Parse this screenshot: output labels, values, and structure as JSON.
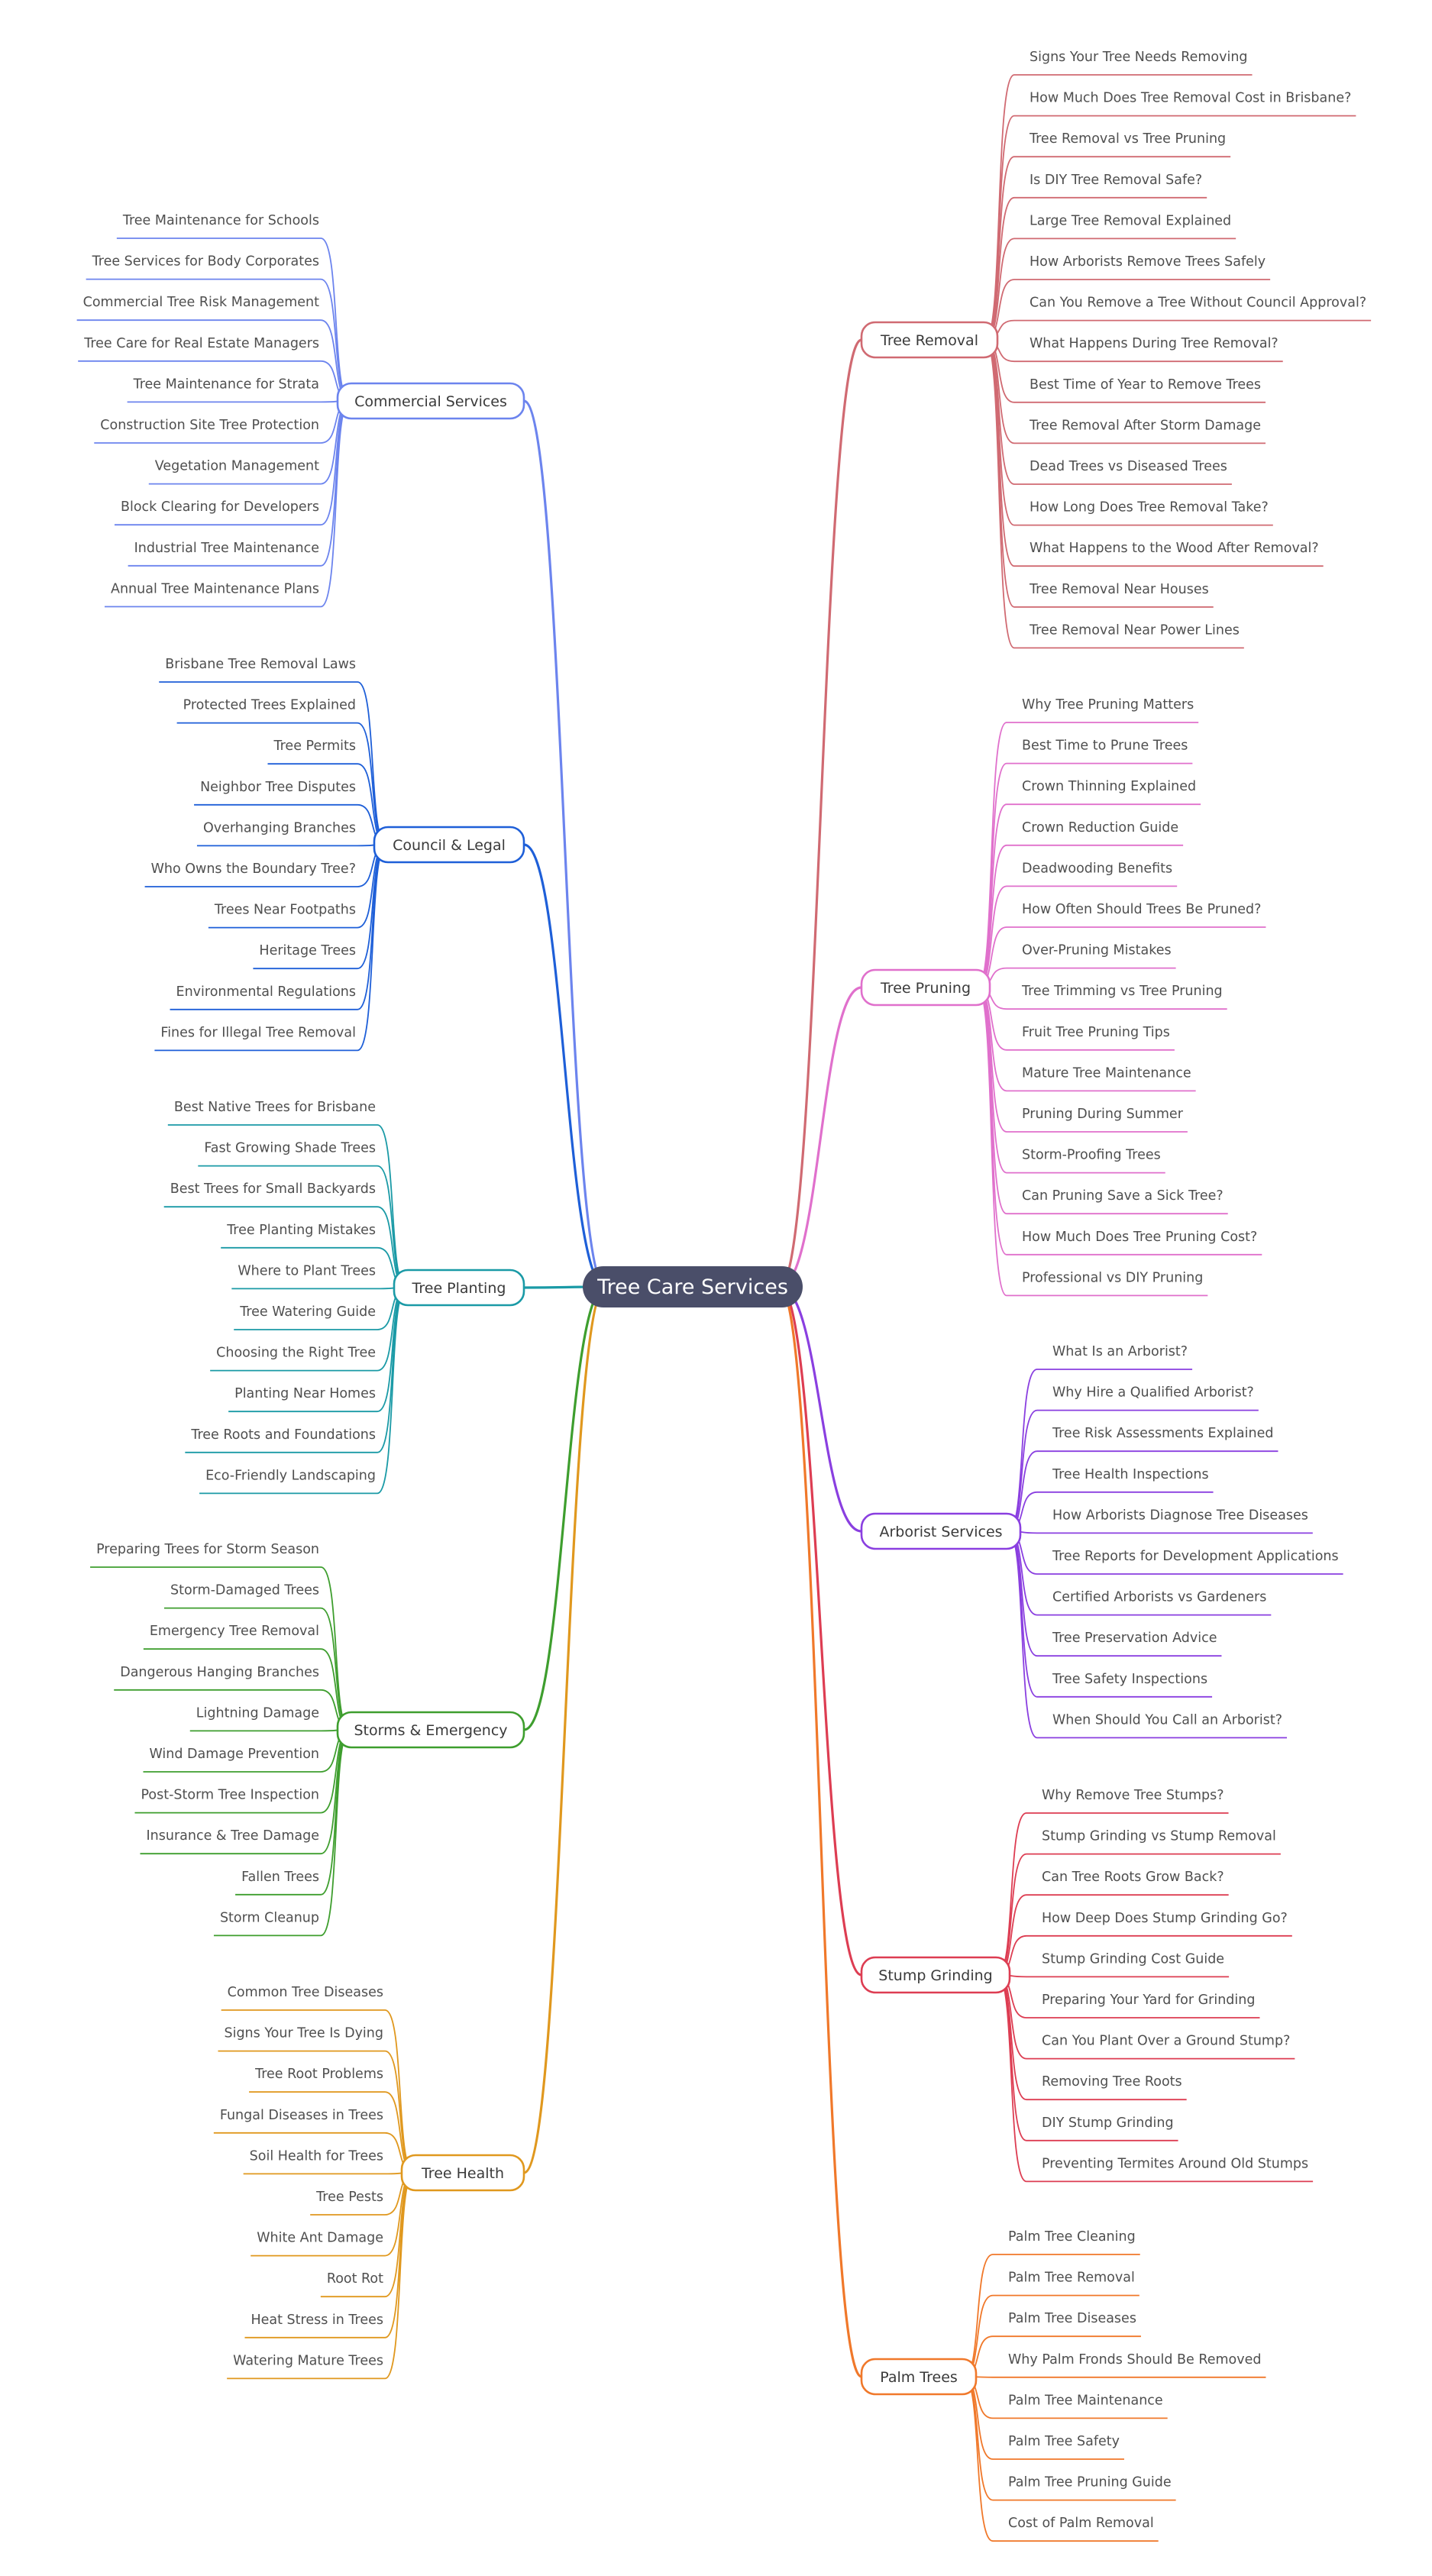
{
  "root": {
    "label": "Tree Care Services",
    "color": "#4a4e69"
  },
  "branches": [
    {
      "label": "Tree Removal",
      "side": "right",
      "color": "#d06a72",
      "items": [
        "Signs Your Tree Needs Removing",
        "How Much Does Tree Removal Cost in Brisbane?",
        "Tree Removal vs Tree Pruning",
        "Is DIY Tree Removal Safe?",
        "Large Tree Removal Explained",
        "How Arborists Remove Trees Safely",
        "Can You Remove a Tree Without Council Approval?",
        "What Happens During Tree Removal?",
        "Best Time of Year to Remove Trees",
        "Tree Removal After Storm Damage",
        "Dead Trees vs Diseased Trees",
        "How Long Does Tree Removal Take?",
        "What Happens to the Wood After Removal?",
        "Tree Removal Near Houses",
        "Tree Removal Near Power Lines"
      ]
    },
    {
      "label": "Tree Pruning",
      "side": "right",
      "color": "#e070cc",
      "items": [
        "Why Tree Pruning Matters",
        "Best Time to Prune Trees",
        "Crown Thinning Explained",
        "Crown Reduction Guide",
        "Deadwooding Benefits",
        "How Often Should Trees Be Pruned?",
        "Over-Pruning Mistakes",
        "Tree Trimming vs Tree Pruning",
        "Fruit Tree Pruning Tips",
        "Mature Tree Maintenance",
        "Pruning During Summer",
        "Storm-Proofing Trees",
        "Can Pruning Save a Sick Tree?",
        "How Much Does Tree Pruning Cost?",
        "Professional vs DIY Pruning"
      ]
    },
    {
      "label": "Arborist Services",
      "side": "right",
      "color": "#8a3fe0",
      "items": [
        "What Is an Arborist?",
        "Why Hire a Qualified Arborist?",
        "Tree Risk Assessments Explained",
        "Tree Health Inspections",
        "How Arborists Diagnose Tree Diseases",
        "Tree Reports for Development Applications",
        "Certified Arborists vs Gardeners",
        "Tree Preservation Advice",
        "Tree Safety Inspections",
        "When Should You Call an Arborist?"
      ]
    },
    {
      "label": "Stump Grinding",
      "side": "right",
      "color": "#dd3d52",
      "items": [
        "Why Remove Tree Stumps?",
        "Stump Grinding vs Stump Removal",
        "Can Tree Roots Grow Back?",
        "How Deep Does Stump Grinding Go?",
        "Stump Grinding Cost Guide",
        "Preparing Your Yard for Grinding",
        "Can You Plant Over a Ground Stump?",
        "Removing Tree Roots",
        "DIY Stump Grinding",
        "Preventing Termites Around Old Stumps"
      ]
    },
    {
      "label": "Palm Trees",
      "side": "right",
      "color": "#f0782a",
      "items": [
        "Palm Tree Cleaning",
        "Palm Tree Removal",
        "Palm Tree Diseases",
        "Why Palm Fronds Should Be Removed",
        "Palm Tree Maintenance",
        "Palm Tree Safety",
        "Palm Tree Pruning Guide",
        "Cost of Palm Removal"
      ]
    },
    {
      "label": "Commercial Services",
      "side": "left",
      "color": "#6c84ee",
      "items": [
        "Tree Maintenance for Schools",
        "Tree Services for Body Corporates",
        "Commercial Tree Risk Management",
        "Tree Care for Real Estate Managers",
        "Tree Maintenance for Strata",
        "Construction Site Tree Protection",
        "Vegetation Management",
        "Block Clearing for Developers",
        "Industrial Tree Maintenance",
        "Annual Tree Maintenance Plans"
      ]
    },
    {
      "label": "Council & Legal",
      "side": "left",
      "color": "#1e5fd8",
      "items": [
        "Brisbane Tree Removal Laws",
        "Protected Trees Explained",
        "Tree Permits",
        "Neighbor Tree Disputes",
        "Overhanging Branches",
        "Who Owns the Boundary Tree?",
        "Trees Near Footpaths",
        "Heritage Trees",
        "Environmental Regulations",
        "Fines for Illegal Tree Removal"
      ]
    },
    {
      "label": "Tree Planting",
      "side": "left",
      "color": "#1a9aa6",
      "items": [
        "Best Native Trees for Brisbane",
        "Fast Growing Shade Trees",
        "Best Trees for Small Backyards",
        "Tree Planting Mistakes",
        "Where to Plant Trees",
        "Tree Watering Guide",
        "Choosing the Right Tree",
        "Planting Near Homes",
        "Tree Roots and Foundations",
        "Eco-Friendly Landscaping"
      ]
    },
    {
      "label": "Storms & Emergency",
      "side": "left",
      "color": "#3e9e2e",
      "items": [
        "Preparing Trees for Storm Season",
        "Storm-Damaged Trees",
        "Emergency Tree Removal",
        "Dangerous Hanging Branches",
        "Lightning Damage",
        "Wind Damage Prevention",
        "Post-Storm Tree Inspection",
        "Insurance & Tree Damage",
        "Fallen Trees",
        "Storm Cleanup"
      ]
    },
    {
      "label": "Tree Health",
      "side": "left",
      "color": "#e0981e",
      "items": [
        "Common Tree Diseases",
        "Signs Your Tree Is Dying",
        "Tree Root Problems",
        "Fungal Diseases in Trees",
        "Soil Health for Trees",
        "Tree Pests",
        "White Ant Damage",
        "Root Rot",
        "Heat Stress in Trees",
        "Watering Mature Trees"
      ]
    }
  ]
}
